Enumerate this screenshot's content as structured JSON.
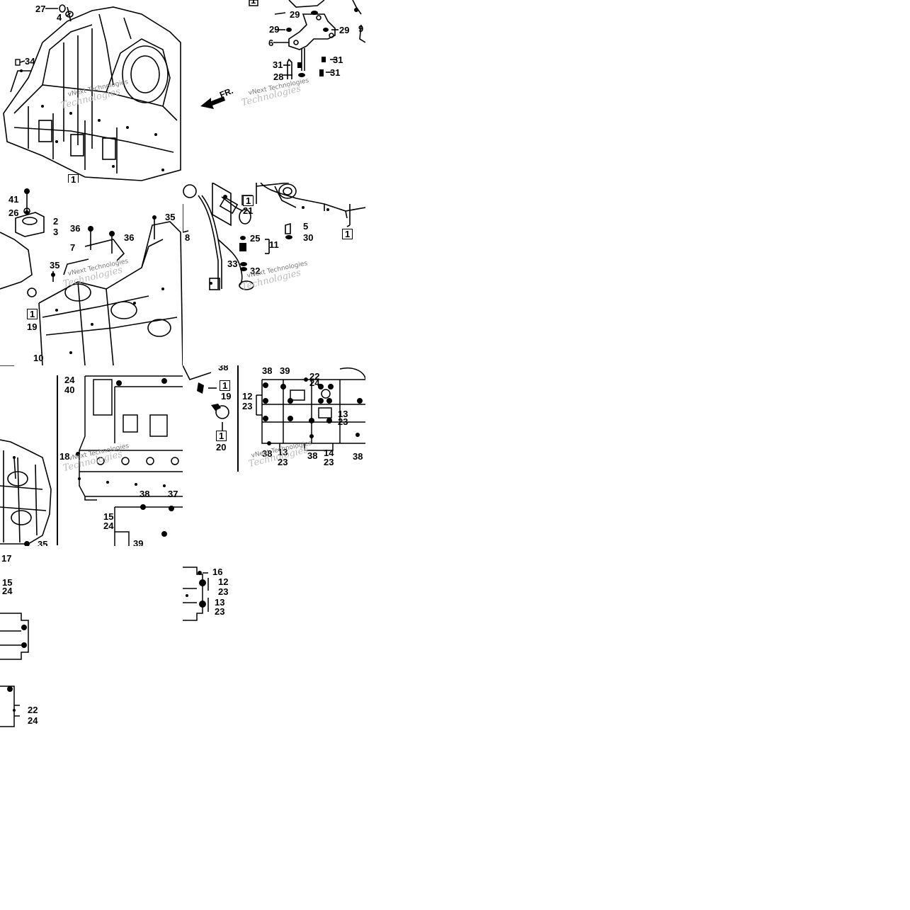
{
  "watermark": {
    "company": "vNext Technologies",
    "ghost": "Technologies"
  },
  "direction_arrow": "FR.",
  "tiles": {
    "t1": [
      "27",
      "4",
      "34",
      "1"
    ],
    "t2": [
      "1",
      "29",
      "29",
      "29",
      "6",
      "31",
      "31",
      "28",
      "31",
      "9"
    ],
    "t3": [
      "41",
      "26",
      "2",
      "3",
      "36",
      "36",
      "7",
      "35",
      "35",
      "1",
      "19",
      "10"
    ],
    "t4": [
      "1",
      "21",
      "8",
      "25",
      "11",
      "5",
      "30",
      "33",
      "32",
      "1"
    ],
    "t5": [
      "35"
    ],
    "t6": [
      "24",
      "40",
      "18",
      "38",
      "37",
      "15",
      "24",
      "39"
    ],
    "t7": [
      "38",
      "19",
      "1",
      "1",
      "20"
    ],
    "t8": [
      "38",
      "39",
      "22",
      "24",
      "12",
      "23",
      "13",
      "23",
      "38",
      "13",
      "23",
      "38",
      "14",
      "23",
      "38"
    ],
    "t9": [
      "17",
      "15",
      "24",
      "22",
      "24"
    ],
    "t10": [
      "16",
      "12",
      "23",
      "13",
      "23"
    ]
  }
}
